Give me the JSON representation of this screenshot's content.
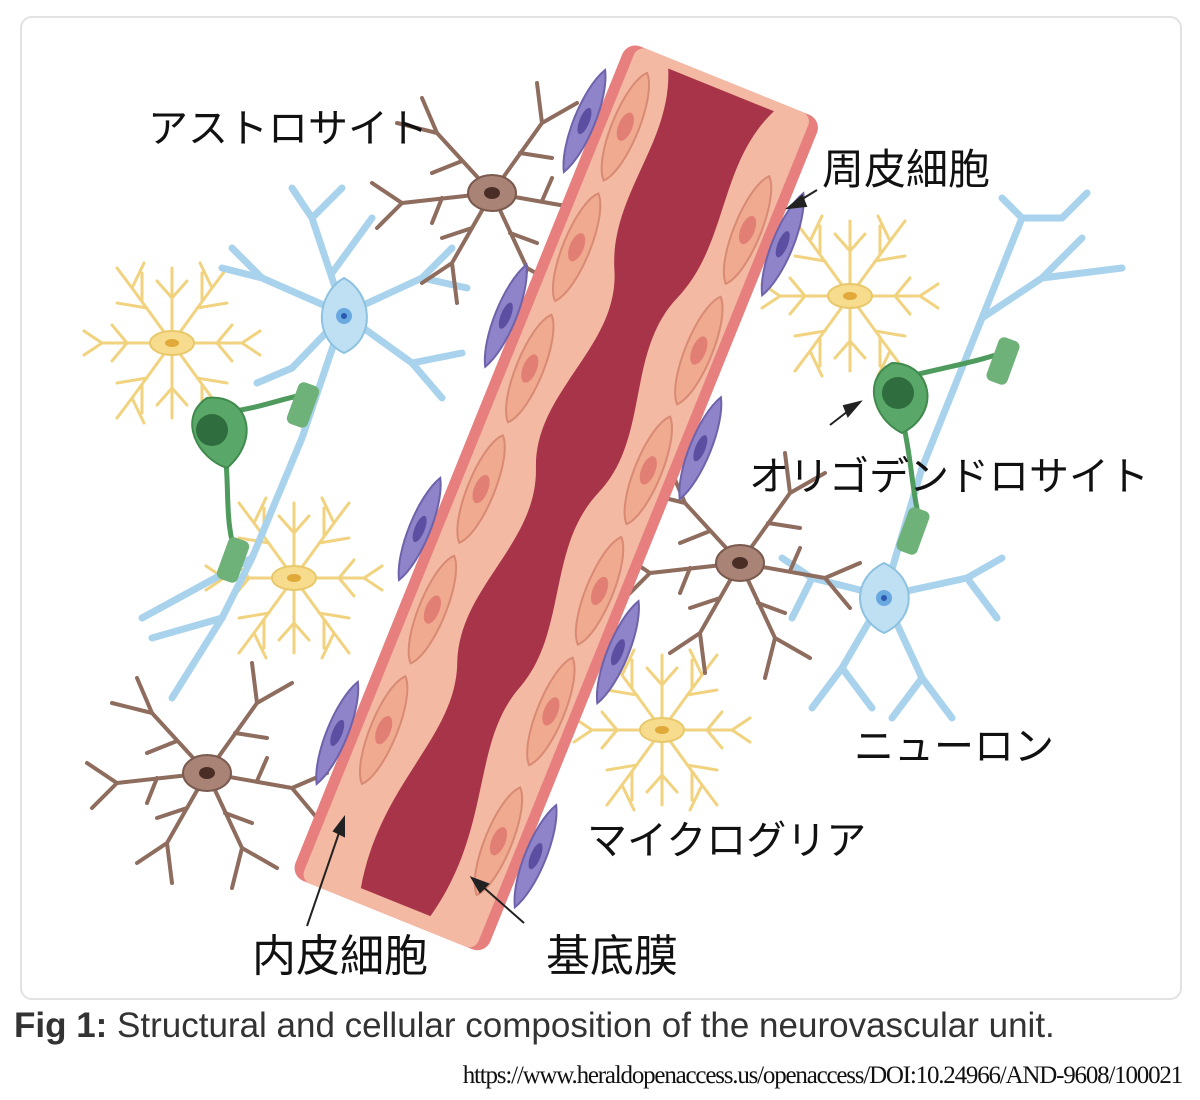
{
  "labels": {
    "astrocyte": "アストロサイト",
    "pericyte": "周皮細胞",
    "oligodendrocyte": "オリゴデンドロサイト",
    "neuron": "ニューロン",
    "microglia": "マイクログリア",
    "endothelial": "内皮細胞",
    "basement_membrane": "基底膜"
  },
  "caption": {
    "fig_label": "Fig 1:",
    "text": " Structural and cellular composition of the neurovascular unit."
  },
  "source_url": "https://www.heraldopenaccess.us/openaccess/DOI:10.24966/AND-9608/100021",
  "colors": {
    "vessel_lumen": "#a8344a",
    "endothelium": "#efaa90",
    "basement_membrane": "#e77f7f",
    "pericyte": "#8f84c9",
    "astrocyte": "#f2d58a",
    "neuron": "#a9d3ec",
    "oligodendrocyte": "#4f9a5d",
    "microglia": "#8e6c5e"
  }
}
